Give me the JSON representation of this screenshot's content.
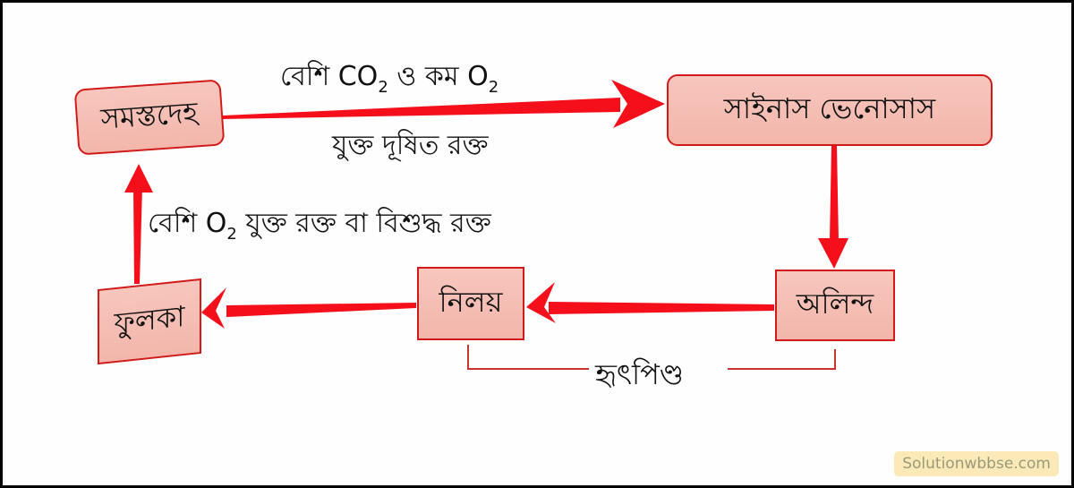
{
  "diagram": {
    "nodes": {
      "whole_body": "সমস্তদেহ",
      "sinus_venosus": "সাইনাস ভেনোসাস",
      "atrium": "অলিন্দ",
      "ventricle": "নিলয়",
      "gill": "ফুলকা"
    },
    "edge_labels": {
      "top_line1_prefix": "বেশি CO",
      "top_line1_sub1": "2",
      "top_line1_mid": " ও কম O",
      "top_line1_sub2": "2",
      "top_line2": "যুক্ত দূষিত রক্ত",
      "left_prefix": "বেশি O",
      "left_sub": "2",
      "left_suffix": " যুক্ত রক্ত বা বিশুদ্ধ রক্ত"
    },
    "bracket_label": "হৃৎপিণ্ড",
    "colors": {
      "arrow": "#f50f1a",
      "node_fill": "#f5bdb3",
      "node_border": "#d11a1a"
    }
  },
  "watermark": "Solutionwbbse.com"
}
